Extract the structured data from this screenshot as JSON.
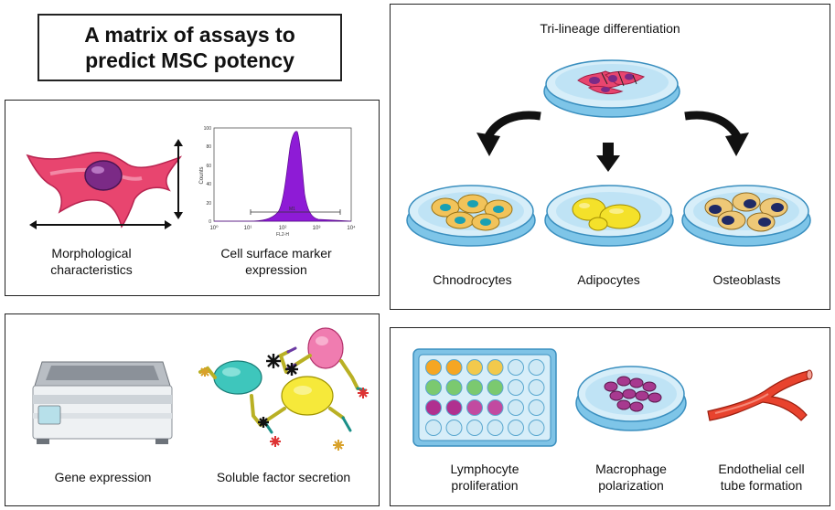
{
  "title": {
    "line1": "A matrix of assays to",
    "line2": "predict MSC potency"
  },
  "morphology": {
    "label_line1": "Morphological",
    "label_line2": "characteristics"
  },
  "flow": {
    "label_line1": "Cell surface marker",
    "label_line2": "expression",
    "y_axis_label": "Counts",
    "x_axis_label": "FL2-H",
    "gate_label": "M1",
    "y_ticks": [
      "0",
      "20",
      "40",
      "60",
      "80",
      "100"
    ],
    "x_ticks": [
      "10⁰",
      "10¹",
      "10²",
      "10³",
      "10⁴"
    ]
  },
  "trilineage": {
    "title": "Tri-lineage differentiation",
    "chondro_label": "Chnodrocytes",
    "adipo_label": "Adipocytes",
    "osteo_label": "Osteoblasts"
  },
  "gene": {
    "label": "Gene expression"
  },
  "soluble": {
    "label": "Soluble factor secretion"
  },
  "immune": {
    "lympho_line1": "Lymphocyte",
    "lympho_line2": "proliferation",
    "macro_line1": "Macrophage",
    "macro_line2": "polarization",
    "endo_line1": "Endothelial cell",
    "endo_line2": "tube formation"
  }
}
